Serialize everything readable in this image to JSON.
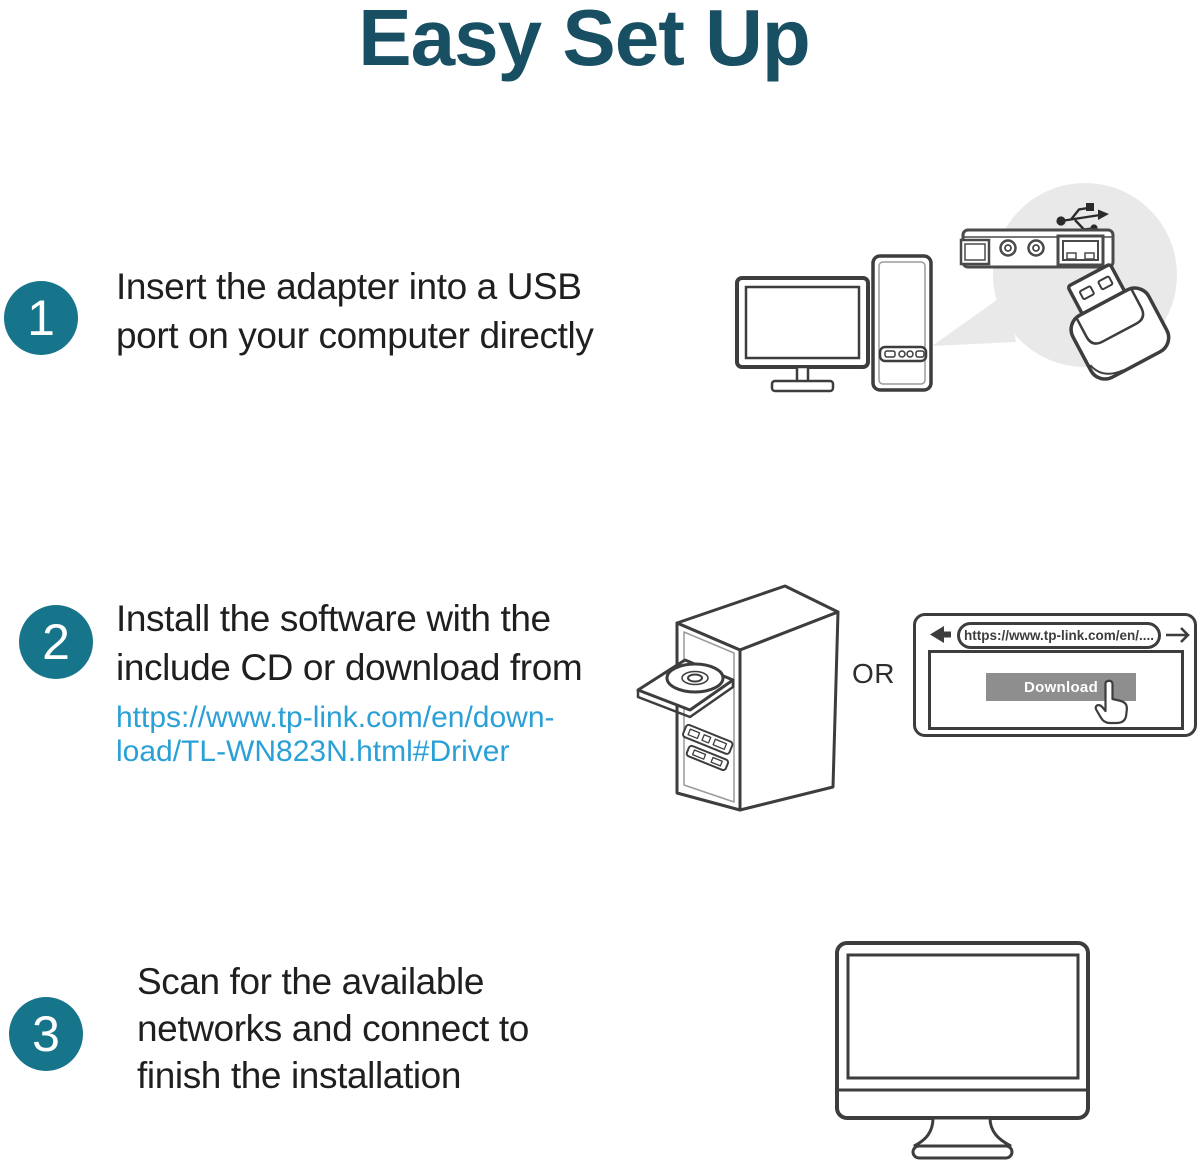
{
  "title": "Easy Set Up",
  "steps": [
    {
      "number": "1",
      "lines": [
        "Insert the adapter into a USB",
        "port on your computer directly"
      ]
    },
    {
      "number": "2",
      "lines": [
        "Install the software with the",
        "include CD or download from"
      ],
      "link_lines": [
        "https://www.tp-link.com/en/down-",
        "load/TL-WN823N.html#Driver"
      ]
    },
    {
      "number": "3",
      "lines": [
        "Scan for the available",
        "networks and connect to",
        "finish the installation"
      ]
    }
  ],
  "or_label": "OR",
  "browser": {
    "url": "https://www.tp-link.com/en/....",
    "download_label": "Download"
  },
  "icons": {
    "usb": "usb-trident-icon",
    "back": "back-arrow-icon",
    "forward": "forward-arrow-icon",
    "hand": "hand-cursor-icon"
  },
  "colors": {
    "title_teal": "#184f63",
    "step_circle_teal": "#17758b",
    "link_blue": "#2aa0d6",
    "line_art": "#3d3d3d",
    "callout_gray": "#e9e9e9",
    "download_button_gray": "#8e8e8e"
  }
}
